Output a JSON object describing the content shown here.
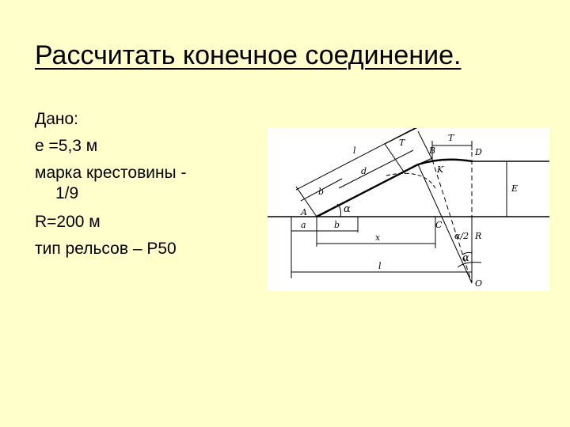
{
  "title": "Рассчитать конечное соединение.",
  "given": {
    "heading": "Дано:",
    "e": "e =5,3 м",
    "frog_label": "марка крестовины  -",
    "frog_value": "1/9",
    "radius": "R=200 м",
    "rail_type": "тип рельсов – Р50"
  },
  "diagram": {
    "points": {
      "A": "A",
      "B": "B",
      "C": "C",
      "D": "D",
      "K": "K",
      "O": "O"
    },
    "dims": {
      "l_top": "l",
      "T_top": "T",
      "T_right": "T",
      "d": "d",
      "b_top": "b",
      "e": "E",
      "alpha": "α",
      "alpha_half": "α/2",
      "R": "R",
      "alpha_bottom": "α",
      "a": "a",
      "b_bottom": "b",
      "x": "x",
      "l_bottom": "l"
    }
  }
}
